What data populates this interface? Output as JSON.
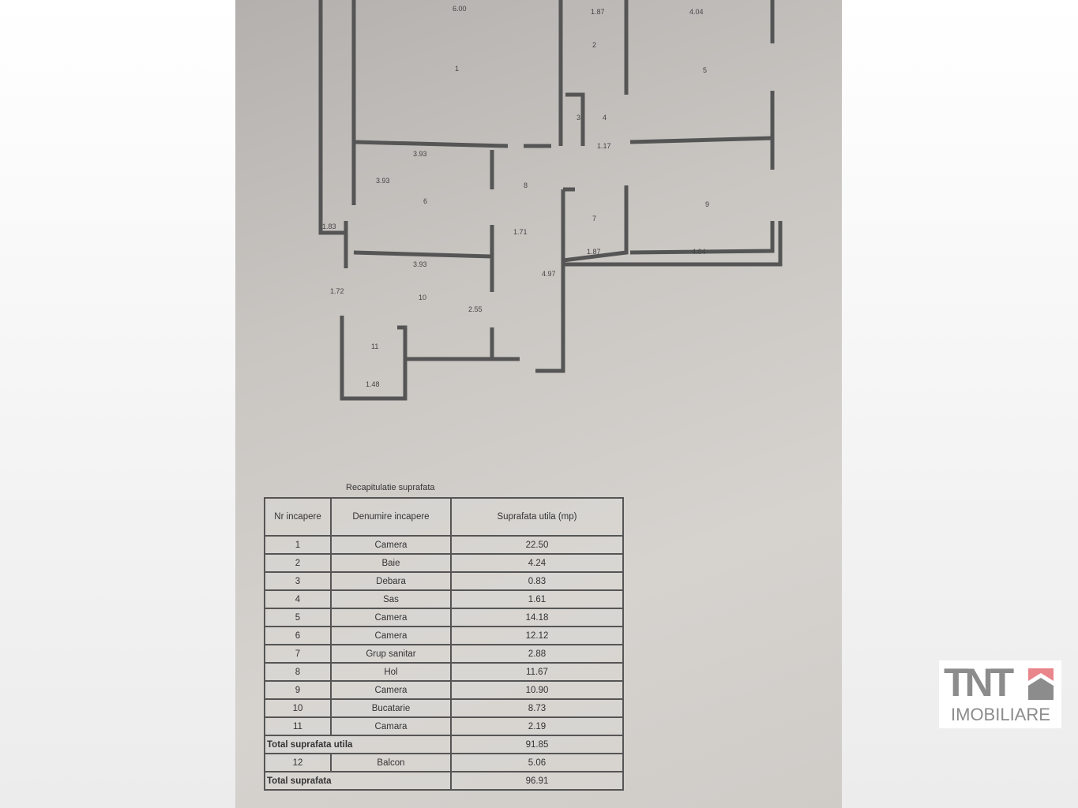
{
  "plan": {
    "dimensions": [
      "6.00",
      "1.87",
      "4.04",
      "3.93",
      "3.93",
      "1.17",
      "1.83",
      "1.71",
      "4.97",
      "1.87",
      "4.04",
      "1.48",
      "1.72",
      "2.55",
      "3.93"
    ],
    "room_numbers": [
      "1",
      "2",
      "3",
      "4",
      "5",
      "6",
      "7",
      "8",
      "9",
      "10",
      "11"
    ]
  },
  "table": {
    "title": "Recapitulatie suprafata",
    "headers": [
      "Nr incapere",
      "Denumire incapere",
      "Suprafata utila (mp)"
    ],
    "rows": [
      {
        "nr": "1",
        "name": "Camera",
        "area": "22.50"
      },
      {
        "nr": "2",
        "name": "Baie",
        "area": "4.24"
      },
      {
        "nr": "3",
        "name": "Debara",
        "area": "0.83"
      },
      {
        "nr": "4",
        "name": "Sas",
        "area": "1.61"
      },
      {
        "nr": "5",
        "name": "Camera",
        "area": "14.18"
      },
      {
        "nr": "6",
        "name": "Camera",
        "area": "12.12"
      },
      {
        "nr": "7",
        "name": "Grup sanitar",
        "area": "2.88"
      },
      {
        "nr": "8",
        "name": "Hol",
        "area": "11.67"
      },
      {
        "nr": "9",
        "name": "Camera",
        "area": "10.90"
      },
      {
        "nr": "10",
        "name": "Bucatarie",
        "area": "8.73"
      },
      {
        "nr": "11",
        "name": "Camara",
        "area": "2.19"
      }
    ],
    "total_useful_label": "Total suprafata utila",
    "total_useful": "91.85",
    "balcony": {
      "nr": "12",
      "name": "Balcon",
      "area": "5.06"
    },
    "total_label": "Total suprafata",
    "total": "96.91"
  },
  "logo": {
    "brand": "TNT",
    "sub": "IMOBILIARE",
    "accent": "#e8868c"
  }
}
